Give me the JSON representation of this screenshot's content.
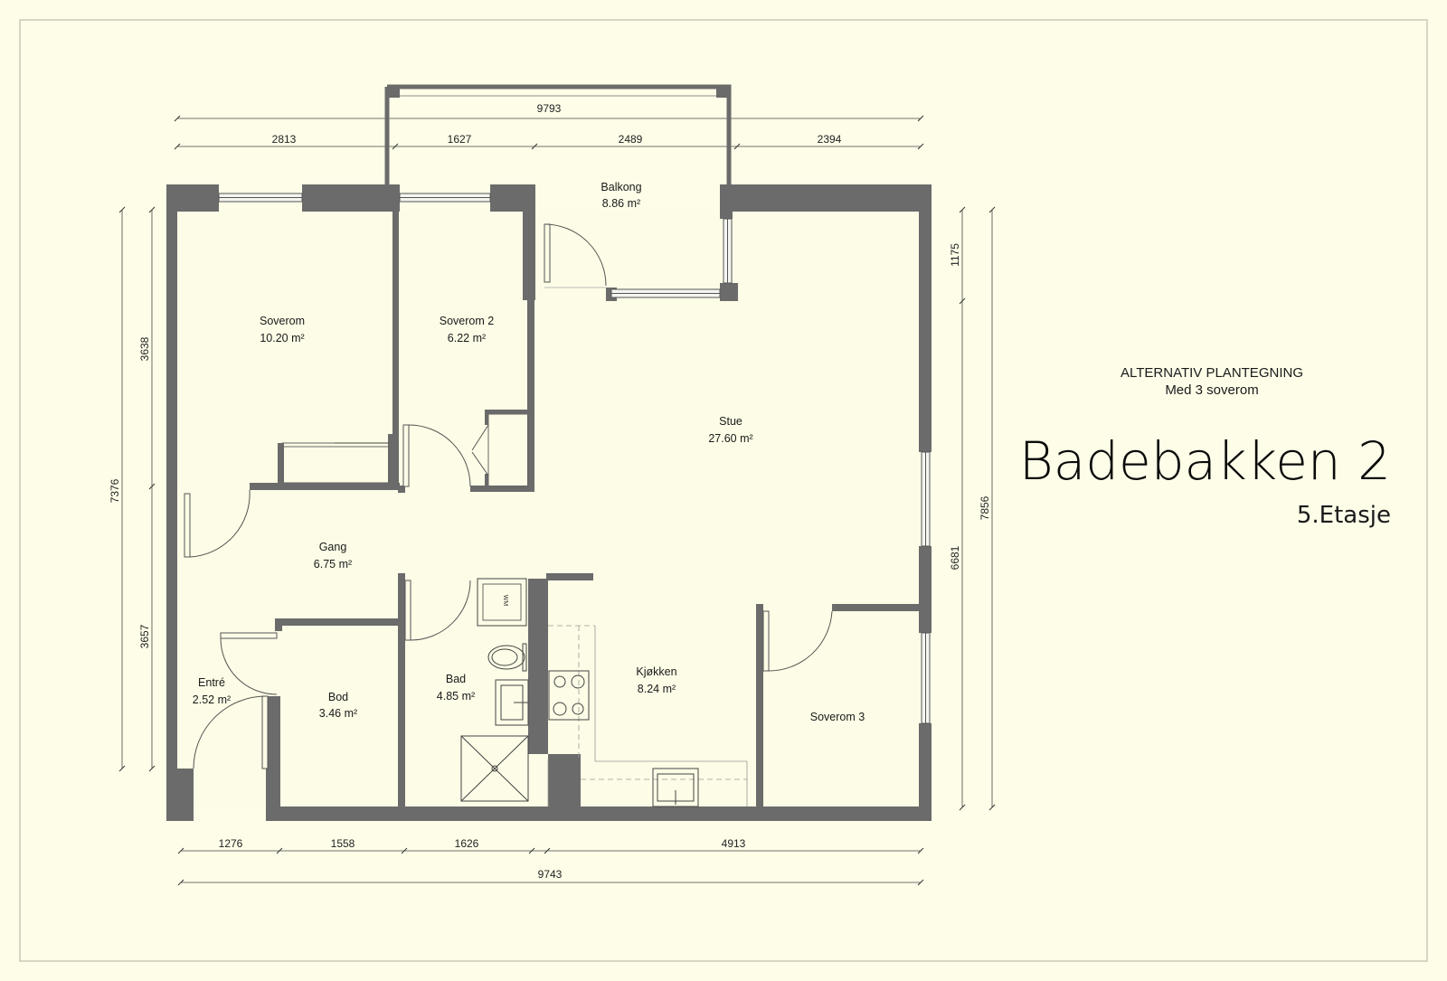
{
  "header": {
    "subtitle_line1": "ALTERNATIV PLANTEGNING",
    "subtitle_line2": "Med 3 soverom",
    "title": "Badebakken 2",
    "floor": "5.Etasje"
  },
  "rooms": {
    "soverom": {
      "name": "Soverom",
      "area": "10.20 m²"
    },
    "soverom2": {
      "name": "Soverom 2",
      "area": "6.22 m²"
    },
    "balkong": {
      "name": "Balkong",
      "area": "8.86 m²"
    },
    "stue": {
      "name": "Stue",
      "area": "27.60 m²"
    },
    "gang": {
      "name": "Gang",
      "area": "6.75 m²"
    },
    "entre": {
      "name": "Entré",
      "area": "2.52 m²"
    },
    "bod": {
      "name": "Bod",
      "area": "3.46 m²"
    },
    "bad": {
      "name": "Bad",
      "area": "4.85 m²"
    },
    "kjokken": {
      "name": "Kjøkken",
      "area": "8.24 m²"
    },
    "soverom3": {
      "name": "Soverom 3"
    }
  },
  "fixtures": {
    "washer": "WM"
  },
  "dimensions": {
    "top_total": "9793",
    "top_1": "2813",
    "top_2": "1627",
    "top_3": "2489",
    "top_4": "2394",
    "bottom_total": "9743",
    "bottom_1": "1276",
    "bottom_2": "1558",
    "bottom_3": "1626",
    "bottom_4": "4913",
    "left_total": "7376",
    "left_upper": "3638",
    "left_lower": "3657",
    "right_total": "7856",
    "right_upper": "1175",
    "right_lower": "6681"
  }
}
